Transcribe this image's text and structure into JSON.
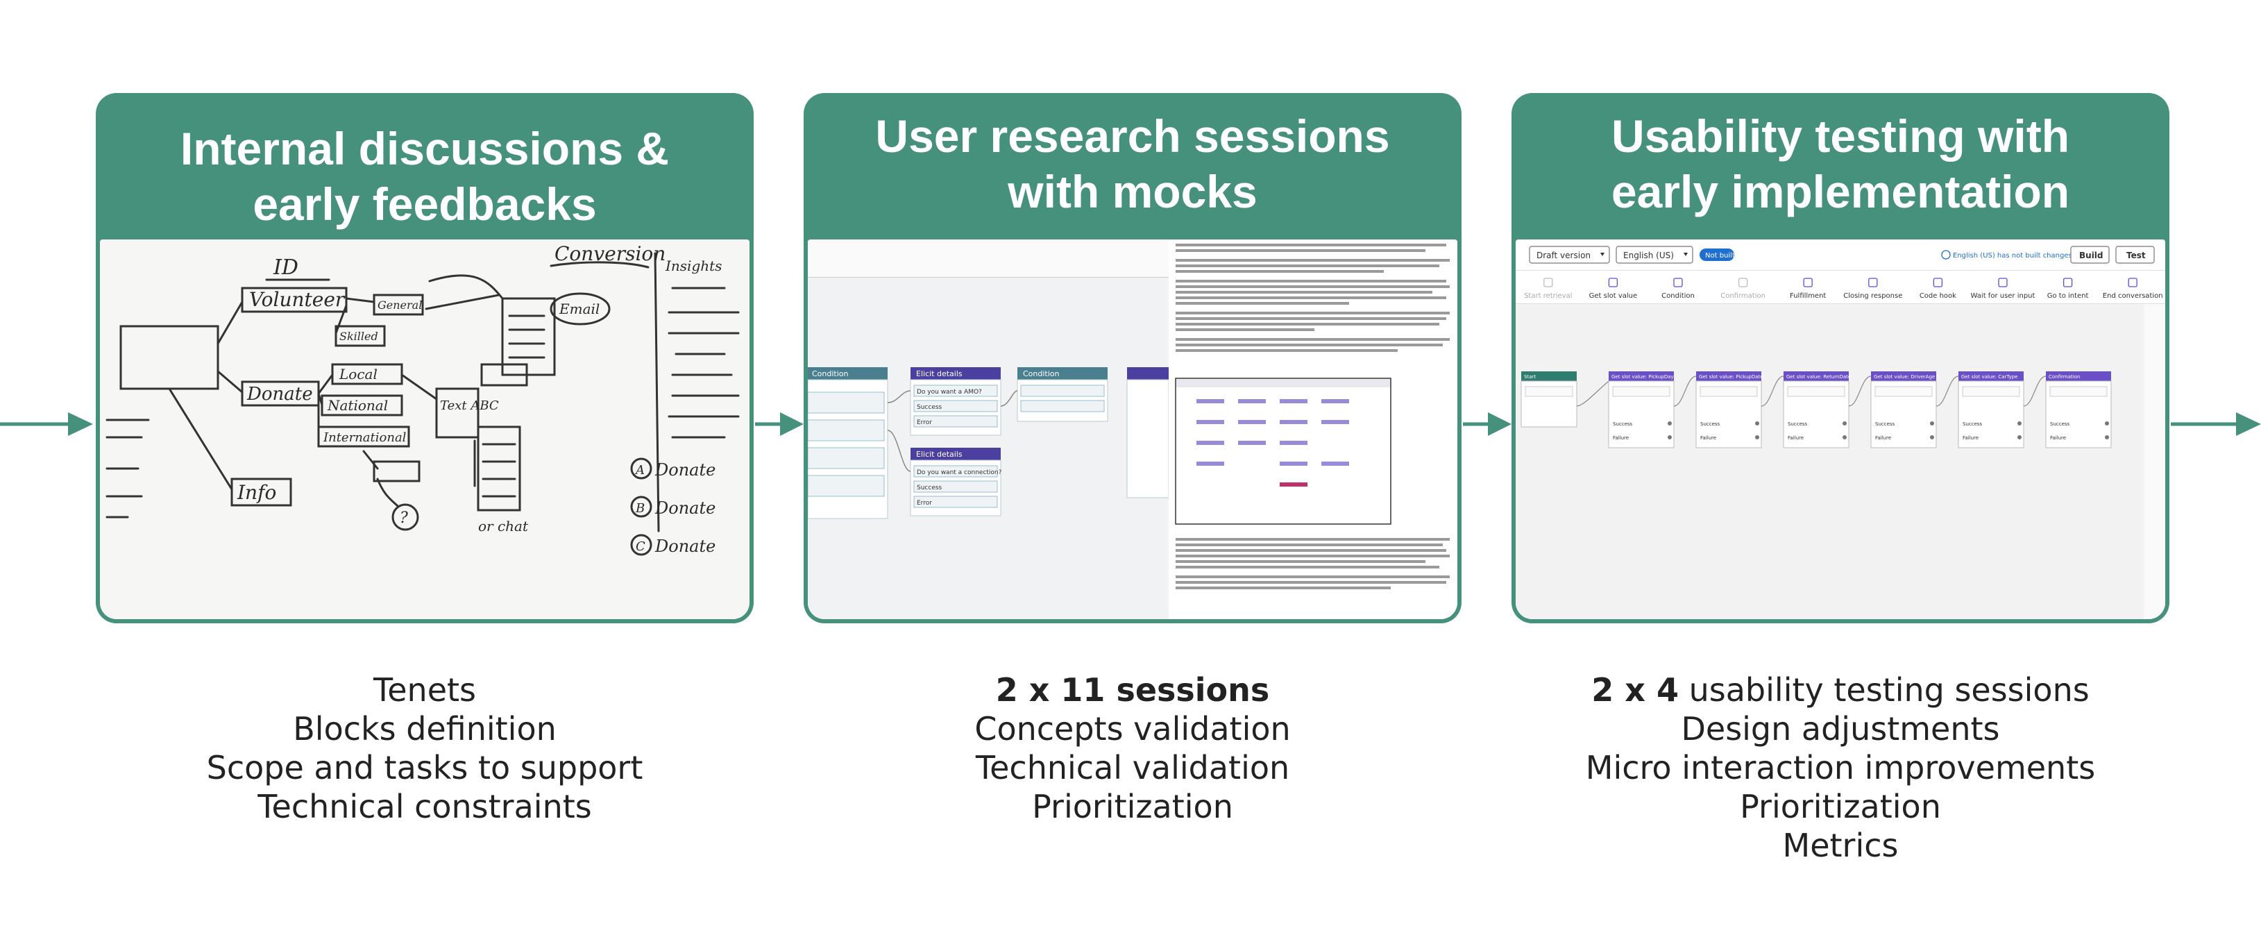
{
  "stages": [
    {
      "id": "internal-discussions",
      "title_lines": [
        "Internal discussions &",
        "early feedbacks"
      ],
      "whiteboard_words": [
        "ID",
        "Volunteer",
        "Donate",
        "Info",
        "Conversion",
        "Insights",
        "Local",
        "National",
        "International",
        "Text ABC",
        "Email",
        "Skilled",
        "General",
        "A",
        "B",
        "C",
        "Donate",
        "Donate",
        "Donate",
        "or chat",
        "?"
      ],
      "outcomes": [
        {
          "bold": "",
          "text": "Tenets"
        },
        {
          "bold": "",
          "text": "Blocks definition"
        },
        {
          "bold": "",
          "text": "Scope and tasks to support"
        },
        {
          "bold": "",
          "text": "Technical constraints"
        }
      ]
    },
    {
      "id": "user-research",
      "title_lines": [
        "User research sessions",
        "with mocks"
      ],
      "mock": {
        "nodes": [
          "Condition",
          "Elicit details",
          "Condition",
          "Elicit details"
        ],
        "fields": [
          "Do you want a AMO?",
          "Success",
          "Error",
          "Do you want a connection?",
          "Success",
          "Error"
        ]
      },
      "outcomes": [
        {
          "bold": "2 x 11 sessions",
          "text": ""
        },
        {
          "bold": "",
          "text": "Concepts validation"
        },
        {
          "bold": "",
          "text": "Technical validation"
        },
        {
          "bold": "",
          "text": "Prioritization"
        }
      ]
    },
    {
      "id": "usability-testing",
      "title_lines": [
        "Usability testing with",
        "early implementation"
      ],
      "app": {
        "version_select": "Draft version",
        "language_select": "English (US)",
        "status_badge": "Not built",
        "build_note": "English (US) has not built changes.",
        "build_button": "Build",
        "test_button": "Test",
        "toolbar": [
          "Start retrieval",
          "Get slot value",
          "Condition",
          "Confirmation",
          "Fulfillment",
          "Closing response",
          "Code hook",
          "Wait for user input",
          "Go to intent",
          "End conversation"
        ],
        "node_titles": [
          "Start",
          "Get slot value: PickupDay",
          "Get slot value: PickupDate",
          "Get slot value: ReturnDate",
          "Get slot value: DriverAge",
          "Get slot value: CarType",
          "Confirmation"
        ],
        "node_rows": [
          "Success",
          "Failure"
        ]
      },
      "outcomes": [
        {
          "bold": "2 x 4",
          "text": " usability testing sessions"
        },
        {
          "bold": "",
          "text": "Design adjustments"
        },
        {
          "bold": "",
          "text": "Micro interaction improvements"
        },
        {
          "bold": "",
          "text": "Prioritization"
        },
        {
          "bold": "",
          "text": "Metrics"
        }
      ]
    }
  ],
  "colors": {
    "accent": "#46917c",
    "text": "#222222",
    "panel": "#ffffff"
  }
}
